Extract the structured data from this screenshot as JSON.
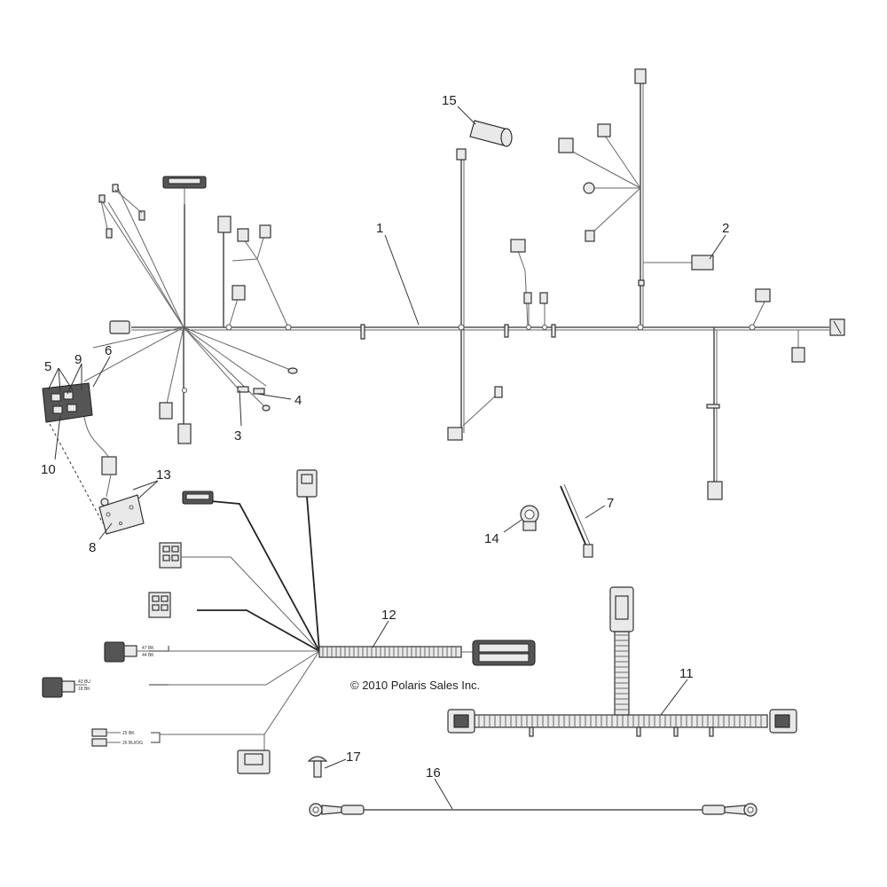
{
  "copyright": "© 2010 Polaris Sales Inc.",
  "callouts": [
    {
      "id": "c1",
      "label": "1"
    },
    {
      "id": "c2",
      "label": "2"
    },
    {
      "id": "c3",
      "label": "3"
    },
    {
      "id": "c4",
      "label": "4"
    },
    {
      "id": "c5",
      "label": "5"
    },
    {
      "id": "c6",
      "label": "6"
    },
    {
      "id": "c7",
      "label": "7"
    },
    {
      "id": "c8",
      "label": "8"
    },
    {
      "id": "c9",
      "label": "9"
    },
    {
      "id": "c10",
      "label": "10"
    },
    {
      "id": "c11",
      "label": "11"
    },
    {
      "id": "c12",
      "label": "12"
    },
    {
      "id": "c13",
      "label": "13"
    },
    {
      "id": "c14",
      "label": "14"
    },
    {
      "id": "c15",
      "label": "15"
    },
    {
      "id": "c16",
      "label": "16"
    },
    {
      "id": "c17",
      "label": "17"
    }
  ],
  "wire_codes": {
    "w1": "47 BK",
    "w2": "44 BK",
    "w3": "43 BU",
    "w4": "18 BK",
    "w5": "25 BK",
    "w6": "26 BU/OG"
  }
}
